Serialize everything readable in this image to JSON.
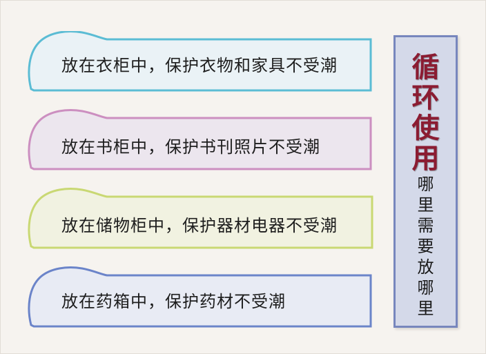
{
  "tabs": [
    {
      "text": "放在衣柜中，保护衣物和家具不受潮",
      "border": "#5bbcd4",
      "fill": "#eaf2f6"
    },
    {
      "text": "放在书柜中，保护书刊照片不受潮",
      "border": "#cc8fc0",
      "fill": "#ece6ee"
    },
    {
      "text": "放在储物柜中，保护器材电器不受潮",
      "border": "#c9d873",
      "fill": "#f1f2e1"
    },
    {
      "text": "放在药箱中，保护药材不受潮",
      "border": "#6b84c9",
      "fill": "#e8ebf4"
    }
  ],
  "side": {
    "title": "循\n环\n使\n用",
    "subtitle": "哪\n里\n需\n要\n放\n哪\n里",
    "border": "#7786bd",
    "fill": "#d4d9e9",
    "title_color": "#8b1c32"
  }
}
